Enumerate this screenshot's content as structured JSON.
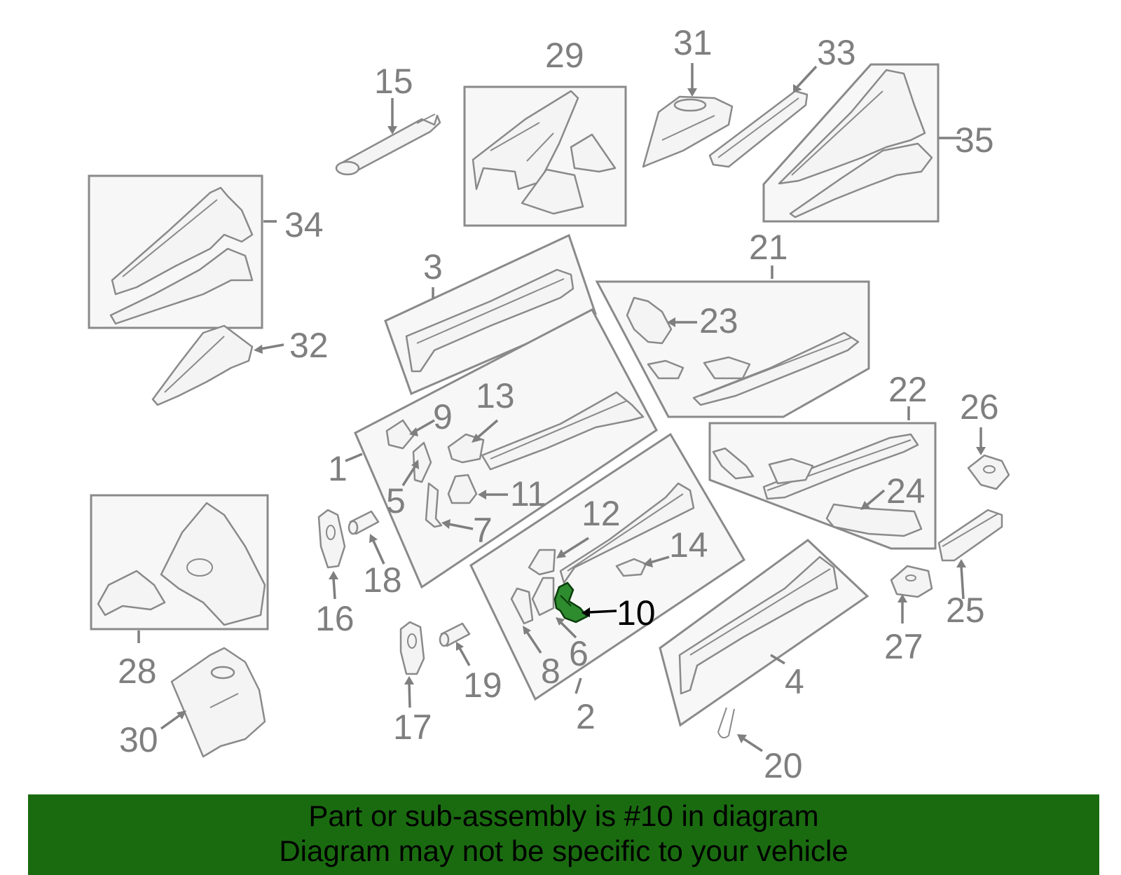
{
  "banner": {
    "line1": "Part or sub-assembly is #10 in diagram",
    "line2": "Diagram may not be specific to your vehicle"
  },
  "highlight_part": "10",
  "colors": {
    "banner_bg": "#1a6b10",
    "highlight": "#2e8b2e",
    "line_gray": "#8a8a8a"
  },
  "labels": {
    "l1": "1",
    "l2": "2",
    "l3": "3",
    "l4": "4",
    "l5": "5",
    "l6": "6",
    "l7": "7",
    "l8": "8",
    "l9": "9",
    "l10": "10",
    "l11": "11",
    "l12": "12",
    "l13": "13",
    "l14": "14",
    "l15": "15",
    "l16": "16",
    "l17": "17",
    "l18": "18",
    "l19": "19",
    "l20": "20",
    "l21": "21",
    "l22": "22",
    "l23": "23",
    "l24": "24",
    "l25": "25",
    "l26": "26",
    "l27": "27",
    "l28": "28",
    "l29": "29",
    "l30": "30",
    "l31": "31",
    "l32": "32",
    "l33": "33",
    "l34": "34",
    "l35": "35"
  }
}
